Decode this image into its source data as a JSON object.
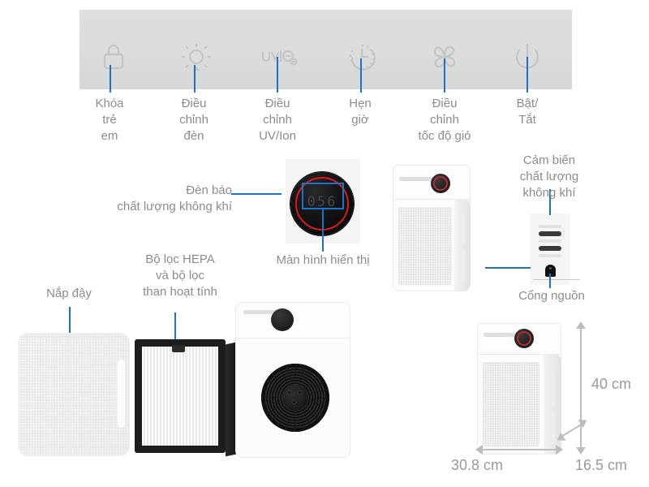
{
  "control_panel": {
    "buttons": [
      {
        "icon": "lock-icon",
        "label": "Khóa\ntrẻ\nem"
      },
      {
        "icon": "lightbulb-icon",
        "label": "Điều\nchỉnh\nđèn"
      },
      {
        "icon": "uv-ion-icon",
        "label": "Điều\nchỉnh\nUV/Ion"
      },
      {
        "icon": "timer-clock-icon",
        "label": "Hẹn\ngiờ"
      },
      {
        "icon": "fan-icon",
        "label": "Điều\nchỉnh\ntốc độ gió"
      },
      {
        "icon": "power-icon",
        "label": "Bật/\nTắt"
      }
    ]
  },
  "callouts": {
    "air_quality_light": "Đèn báo\nchất lượng không khí",
    "display_screen": "Màn hình hiển thị",
    "air_quality_sensor": "Cảm biến\nchất lượng\nkhông khí",
    "power_port": "Cổng nguồn",
    "cover": "Nắp đậy",
    "hepa_filter": "Bộ lọc HEPA\nvà bộ lọc\nthan hoạt tính"
  },
  "display": {
    "value": "056"
  },
  "dimensions": {
    "height": "40 cm",
    "width": "30.8 cm",
    "depth": "16.5 cm"
  },
  "colors": {
    "accent_blue": "#1a73c8",
    "panel_gray": "#dcdcdc",
    "text_gray": "#8c8c8c",
    "display_ring_red": "#d81c1c"
  }
}
